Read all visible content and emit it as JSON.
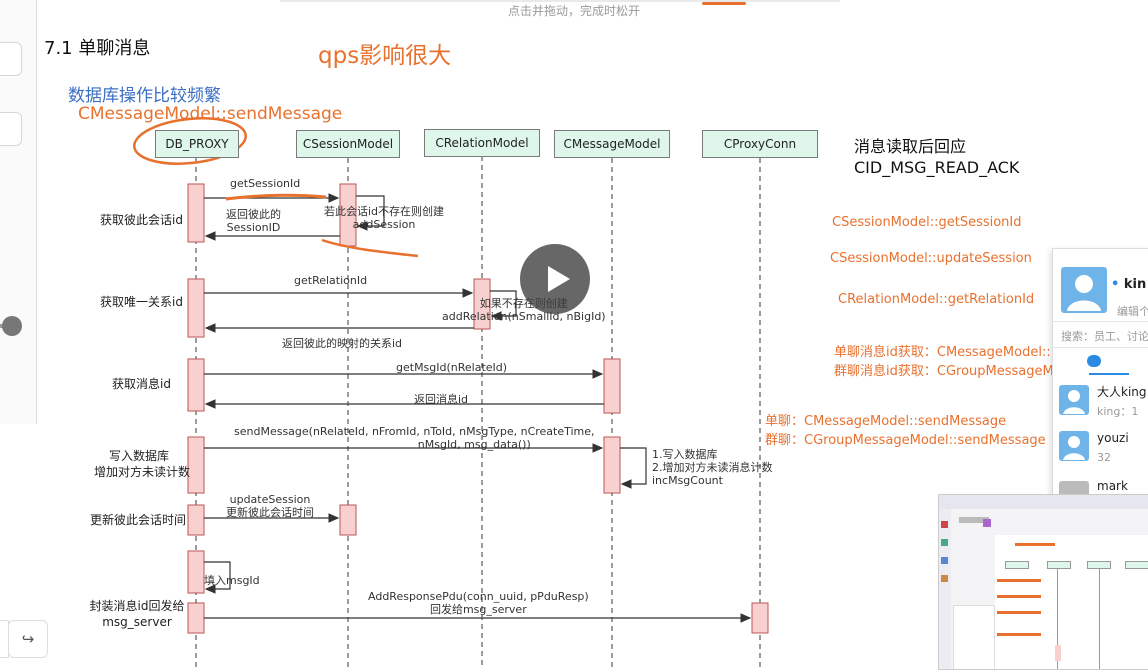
{
  "hint": "点击并拖动，完成时松开",
  "section_title": "7.1 单聊消息",
  "qps_note": "qps影响很大",
  "db_note": "数据库操作比较频繁",
  "send_note": "CMessageModel::sendMessage",
  "lifelines": [
    "DB_PROXY",
    "CSessionModel",
    "CRelationModel",
    "CMessageModel",
    "CProxyConn"
  ],
  "row_labels": {
    "r1": "获取彼此会话id",
    "r2": "获取唯一关系id",
    "r3": "获取消息id",
    "r4a": "写入数据库",
    "r4b": "增加对方未读计数",
    "r5": "更新彼此会话时间",
    "r6a": "封装消息id回发给",
    "r6b": "msg_server"
  },
  "messages": {
    "m1": "getSessionId",
    "m1s_a": "若此会话id不存在则创建",
    "m1s_b": "addSession",
    "m1r_a": "返回彼此的",
    "m1r_b": "SessionID",
    "m2": "getRelationId",
    "m2s_a": "如果不存在则创建",
    "m2s_b": "addRelation(nSmallId, nBigId)",
    "m2r": "返回彼此的映射的关系id",
    "m3": "getMsgId(nRelateId)",
    "m3r": "返回消息id",
    "m4_a": "sendMessage(nRelateId, nFromId, nToId, nMsgType, nCreateTime,",
    "m4_b": "nMsgId, msg_data())",
    "m4s_a": "1.写入数据库",
    "m4s_b": "2.增加对方未读消息计数",
    "m4s_c": "incMsgCount",
    "m5_a": "updateSession",
    "m5_b": "更新彼此会话时间",
    "m6": "填入msgId",
    "m7_a": "AddResponsePdu(conn_uuid, pPduResp)",
    "m7_b": "回发给msg_server"
  },
  "side": {
    "ack_a": "消息读取后回应",
    "ack_b": "CID_MSG_READ_ACK",
    "o1": "CSessionModel::getSessionId",
    "o2": "CSessionModel::updateSession",
    "o3": "CRelationModel::getRelationId",
    "o4a": "单聊消息id获取：CMessageModel::",
    "o4b": "群聊消息id获取：CGroupMessageM",
    "o5a": "单聊：CMessageModel::sendMessage",
    "o5b": "群聊：CGroupMessageModel::sendMessage"
  },
  "chat": {
    "name": "kin",
    "edit": "编辑个",
    "search_placeholder": "搜索：员工、讨论",
    "contacts": [
      {
        "name": "大人king",
        "sub": "king：1"
      },
      {
        "name": "youzi",
        "sub": "32"
      },
      {
        "name": "mark",
        "sub": ""
      }
    ]
  },
  "colors": {
    "accent_orange": "#e8712e",
    "note_blue": "#3b6fc4",
    "lifeline_fill": "#dff7ea",
    "activation_fill": "#f8d0d0"
  },
  "icons": [
    "play-icon",
    "redo-icon",
    "chat-bubble-icon",
    "avatar-icon"
  ]
}
